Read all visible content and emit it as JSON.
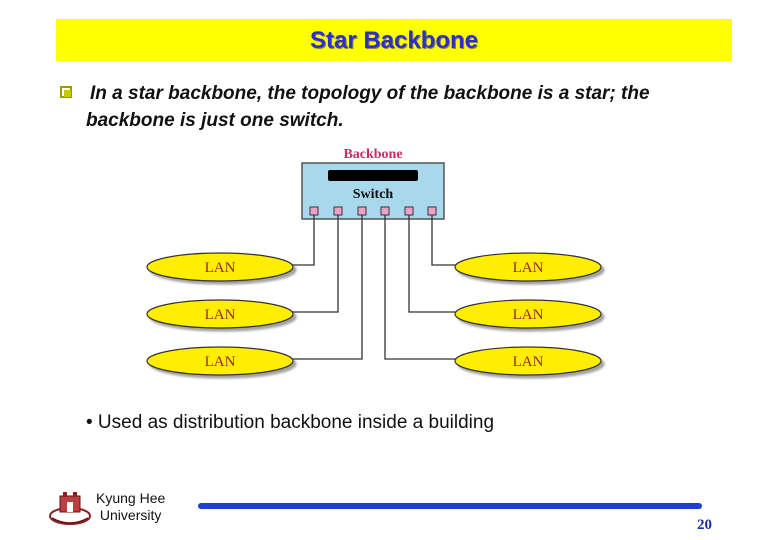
{
  "slide": {
    "title": "Star Backbone",
    "bullet_line1": "In a star backbone, the topology of the backbone is a star; the",
    "bullet_line2": "backbone is just one switch.",
    "sub_bullet": "• Used as distribution backbone inside a building",
    "page_number": "20"
  },
  "diagram": {
    "backbone_label": "Backbone",
    "switch_label": "Switch",
    "lan_labels": [
      "LAN",
      "LAN",
      "LAN",
      "LAN",
      "LAN",
      "LAN"
    ]
  },
  "footer": {
    "university_line1": "Kyung Hee",
    "university_line2": "University"
  },
  "colors": {
    "title_bar": "#ffff00",
    "title_text": "#2e2ed0",
    "switch_box": "#a8d8ec",
    "lan_ellipse": "#ffee00",
    "backbone_label": "#c0306a",
    "footer_line": "#1f3fd0"
  }
}
